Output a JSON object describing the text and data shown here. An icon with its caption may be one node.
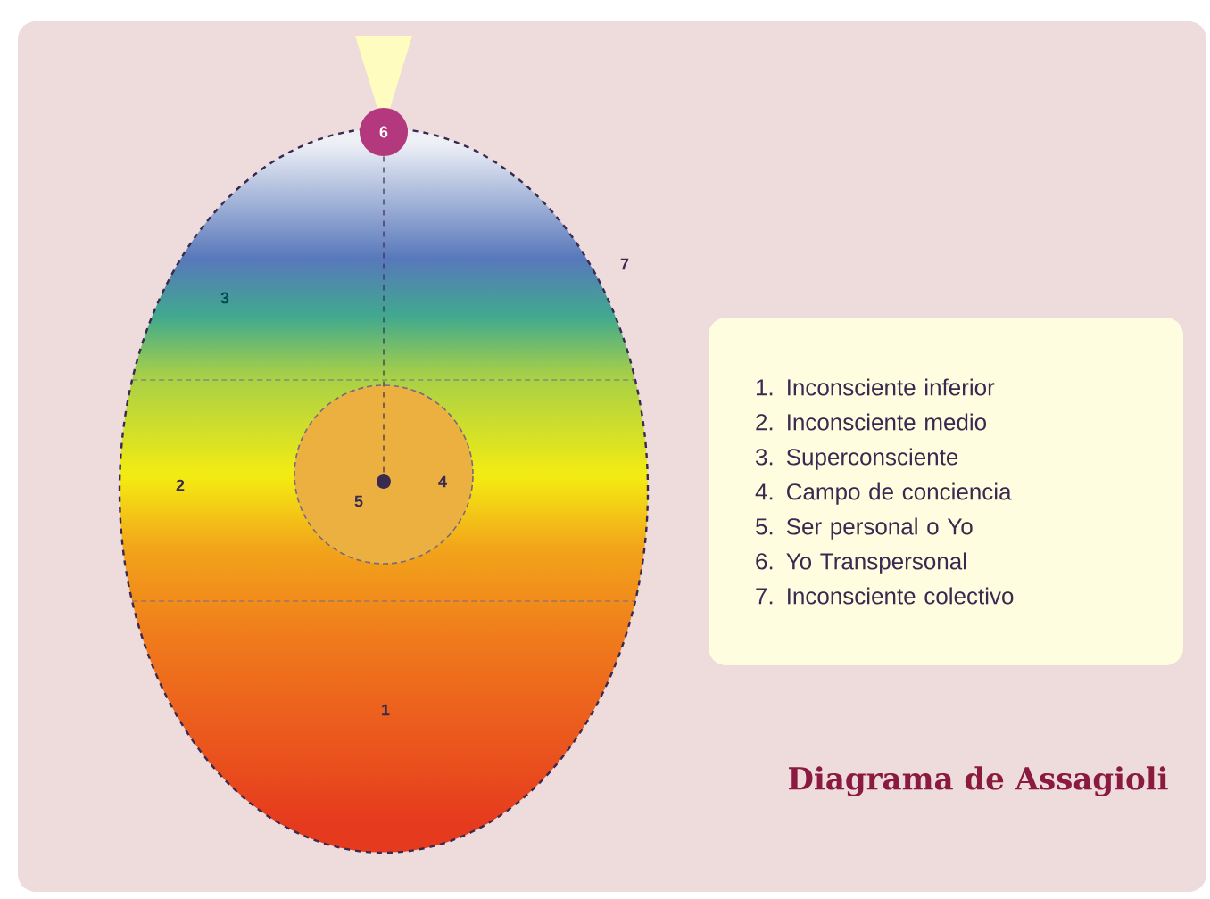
{
  "diagram": {
    "title": "Diagrama de Assagioli",
    "nodes": [
      {
        "text": [
          "3",
          "2",
          "1"
        ]
      },
      {
        "text": [
          "4"
        ],
        "in": 0
      },
      {
        "text": [],
        "shape": "circle",
        "beside": [
          "5"
        ],
        "in": 1
      },
      {
        "text": [
          "6"
        ]
      },
      {
        "text": [
          "1. Inconsciente inferior",
          "2. Inconsciente medio",
          "3. Superconsciente",
          "4. Campo de conciencia",
          "5. Ser personal o Yo",
          "6. Yo Transpersonal",
          "7. Inconsciente colectivo"
        ]
      }
    ],
    "edges": [
      {
        "from": 3,
        "to": 2,
        "arrow": "none",
        "style": "dashed"
      }
    ],
    "labels": [
      "7"
    ]
  }
}
